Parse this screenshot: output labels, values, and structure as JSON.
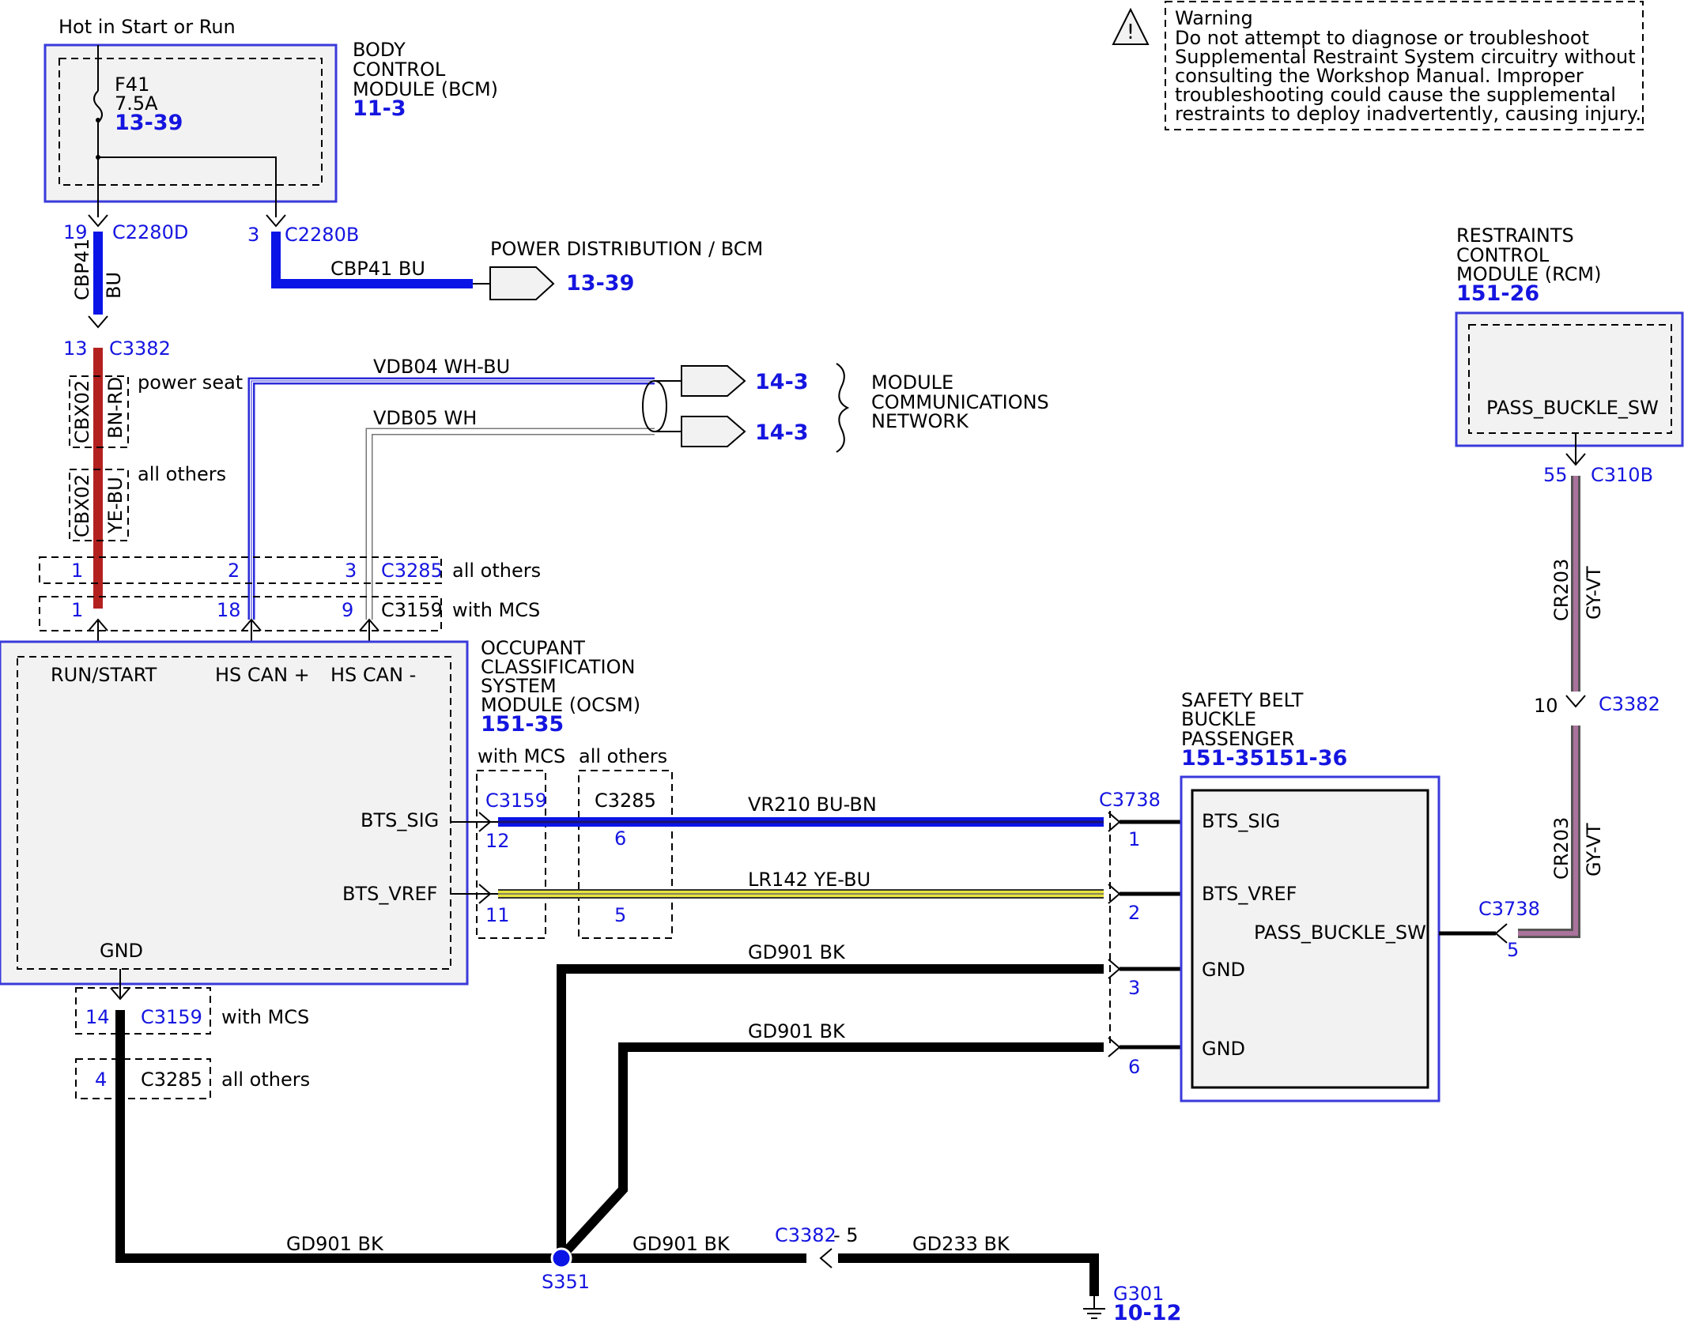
{
  "colors": {
    "accent": "#1515e0",
    "bu": "#0a14e6",
    "bnrd": "#b3211f",
    "ye": "#e8e33a",
    "vt": "#a9739b",
    "box": "#f2f2f2"
  },
  "icons": {
    "warning": "warning-triangle-icon",
    "ground": "ground-icon",
    "splice": "splice-dot-icon",
    "fuse": "fuse-icon"
  },
  "power": {
    "label": "Hot in Start or Run"
  },
  "bcm": {
    "line1": "BODY",
    "line2": "CONTROL",
    "line3": "MODULE (BCM)",
    "ref": "11-3",
    "fuse_name": "F41",
    "fuse_rating": "7.5A",
    "fuse_ref": "13-39"
  },
  "warning": {
    "title": "Warning",
    "lines": [
      "Do not attempt to diagnose or troubleshoot",
      "Supplemental Restraint System circuitry without",
      "consulting the Workshop Manual. Improper",
      "troubleshooting could cause the supplemental",
      "restraints to deploy inadvertently, causing injury."
    ]
  },
  "c2280d": {
    "pin": "19",
    "name": "C2280D"
  },
  "c2280b": {
    "pin": "3",
    "name": "C2280B"
  },
  "cbp41_vertical": {
    "circuit": "CBP41",
    "color": "BU"
  },
  "cbp41_horizontal": {
    "label": "CBP41  BU"
  },
  "power_dist": {
    "label": "POWER DISTRIBUTION / BCM",
    "ref": "13-39"
  },
  "c3382_top": {
    "pin": "13",
    "name": "C3382"
  },
  "cbx02_power": {
    "circuit": "CBX02",
    "color": "BN-RD",
    "note": "power seat"
  },
  "cbx02_others": {
    "circuit": "CBX02",
    "color": "YE-BU",
    "note": "all others"
  },
  "vdb04": {
    "label": "VDB04  WH-BU",
    "ref": "14-3"
  },
  "vdb05": {
    "label": "VDB05  WH",
    "ref": "14-3"
  },
  "mcn": {
    "line1": "MODULE",
    "line2": "COMMUNICATIONS",
    "line3": "NETWORK"
  },
  "c3285_top": {
    "pins": [
      "1",
      "2",
      "3"
    ],
    "name": "C3285",
    "note": "all others"
  },
  "c3159_top": {
    "pins": [
      "1",
      "18",
      "9"
    ],
    "name": "C3159",
    "note": "with MCS"
  },
  "ocsm": {
    "line1": "OCCUPANT",
    "line2": "CLASSIFICATION",
    "line3": "SYSTEM",
    "line4": "MODULE (OCSM)",
    "ref": "151-35",
    "pins": {
      "run": "RUN/START",
      "hs_plus": "HS CAN +",
      "hs_minus": "HS CAN -",
      "bts_sig": "BTS_SIG",
      "bts_vref": "BTS_VREF",
      "gnd": "GND"
    }
  },
  "mid_conn": {
    "with_mcs": "with MCS",
    "all_others": "all others",
    "c3159": "C3159",
    "c3285": "C3285",
    "p12": "12",
    "p6": "6",
    "p11": "11",
    "p5": "5"
  },
  "vr210": {
    "label": "VR210  BU-BN"
  },
  "lr142": {
    "label": "LR142  YE-BU"
  },
  "gd901_a": {
    "label": "GD901 BK"
  },
  "gd901_b": {
    "label": "GD901 BK"
  },
  "gd901_c": {
    "label": "GD901 BK"
  },
  "gd901_d": {
    "label": "GD901 BK"
  },
  "gd233": {
    "label": "GD233  BK"
  },
  "c3738_left": {
    "name": "C3738",
    "pins": [
      "1",
      "2",
      "3",
      "6"
    ]
  },
  "sbb": {
    "line1": "SAFETY BELT",
    "line2": "BUCKLE",
    "line3": "PASSENGER",
    "ref": "151-35151-36",
    "pins": {
      "bts_sig": "BTS_SIG",
      "bts_vref": "BTS_VREF",
      "pass": "PASS_BUCKLE_SW",
      "gnd1": "GND",
      "gnd2": "GND"
    }
  },
  "rcm": {
    "line1": "RESTRAINTS",
    "line2": "CONTROL",
    "line3": "MODULE (RCM)",
    "ref": "151-26",
    "pin_label": "PASS_BUCKLE_SW"
  },
  "c310b": {
    "pin": "55",
    "name": "C310B"
  },
  "cr203_a": {
    "circuit": "CR203",
    "color": "GY-VT"
  },
  "cr203_b": {
    "circuit": "CR203",
    "color": "GY-VT"
  },
  "c3382_right": {
    "pin": "10",
    "name": "C3382"
  },
  "c3738_right": {
    "name": "C3738",
    "pin": "5"
  },
  "c3159_bottom": {
    "pin": "14",
    "name": "C3159",
    "note": "with MCS"
  },
  "c3285_bottom": {
    "pin": "4",
    "name": "C3285",
    "note": "all others"
  },
  "s351": {
    "name": "S351"
  },
  "c3382_bottom": {
    "name": "C3382",
    "pin": "- 5"
  },
  "g301": {
    "name": "G301",
    "ref": "10-12"
  }
}
